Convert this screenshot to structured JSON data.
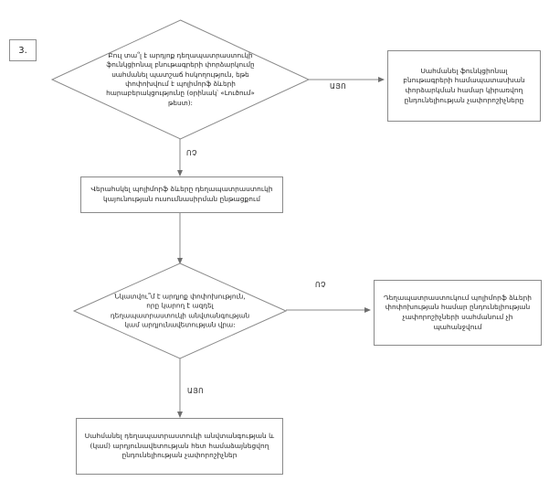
{
  "diagram": {
    "title_badge": "3.",
    "language": "hy",
    "type": "flowchart",
    "stroke_color": "#8a8a8a",
    "text_color": "#1d1d1d",
    "background": "#ffffff",
    "nodes": [
      {
        "id": "badge-step",
        "shape": "rect",
        "text": "3."
      },
      {
        "id": "decision-1",
        "shape": "diamond",
        "text": "Բուլ տա՞լ է արդյոք դեղապատրաստուկի ֆունկցիոնալ բնութագրերի փորձարկումը սահմանել պատշաճ հսկողություն, եթե փոփոխվում է պոլիմորֆ ձևերի հարաբերակցությունը (օրինակ՝ «Լուծում» թեստ):"
      },
      {
        "id": "outcome-1",
        "shape": "rect",
        "text": "Սահմանել ֆունկցիոնալ բնութագրերի համապատասխան փորձարկման համար կիրառվող ընդունելիության չափորոշիչները"
      },
      {
        "id": "process-1",
        "shape": "rect",
        "text": "Վերահսկել պոլիմորֆ ձևերը դեղապատրաստուկի կայունության ուսումնասիրման ընթացքում"
      },
      {
        "id": "decision-2",
        "shape": "diamond",
        "text": "Նկատվու՞մ է արդյոք փոփոխություն, որը կարող է ազդել դեղապատրաստուկի անվտանգության կամ արդյունավետության վրա:"
      },
      {
        "id": "outcome-2",
        "shape": "rect",
        "text": "Դեղապատրաստուկում պոլիմորֆ ձևերի փոփոխության համար ընդունելիության չափորոշիչների սահմանում չի պահանջվում"
      },
      {
        "id": "outcome-3",
        "shape": "rect",
        "text": "Սահմանել դեղապատրաստուկի անվտանգության և (կամ) արդյունավետության հետ համաձայնեցվող ընդունելիության չափորոշիչներ"
      }
    ],
    "edge_labels": {
      "d1_yes": "ԱՅՈ",
      "d1_no": "ՈՉ",
      "d2_no": "ՈՉ",
      "d2_yes": "ԱՅՈ"
    }
  }
}
